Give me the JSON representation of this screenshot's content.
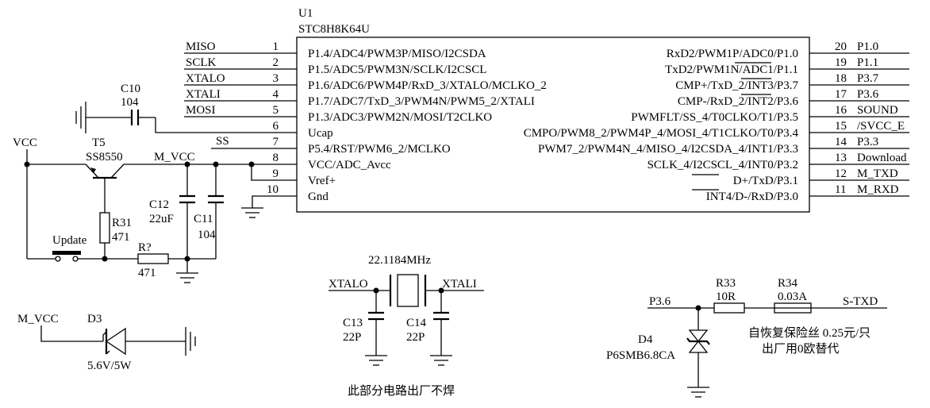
{
  "u1": {
    "ref": "U1",
    "part": "STC8H8K64U",
    "left_pins": [
      {
        "num": "1",
        "net": "MISO",
        "func": "P1.4/ADC4/PWM3P/MISO/I2CSDA"
      },
      {
        "num": "2",
        "net": "SCLK",
        "func": "P1.5/ADC5/PWM3N/SCLK/I2CSCL"
      },
      {
        "num": "3",
        "net": "XTALO",
        "func": "P1.6/ADC6/PWM4P/RxD_3/XTALO/MCLKO_2"
      },
      {
        "num": "4",
        "net": "XTALI",
        "func": "P1.7/ADC7/TxD_3/PWM4N/PWM5_2/XTALI"
      },
      {
        "num": "5",
        "net": "MOSI",
        "func": "P1.3/ADC3/PWM2N/MOSI/T2CLKO"
      },
      {
        "num": "6",
        "net": "",
        "func": "Ucap"
      },
      {
        "num": "7",
        "net": "SS",
        "func": "P5.4/RST/PWM6_2/MCLKO"
      },
      {
        "num": "8",
        "net": "M_VCC",
        "func": "VCC/ADC_Avcc"
      },
      {
        "num": "9",
        "net": "",
        "func": "Vref+"
      },
      {
        "num": "10",
        "net": "",
        "func": "Gnd"
      }
    ],
    "right_pins": [
      {
        "num": "20",
        "net": "P1.0",
        "func": "RxD2/PWM1P/ADC0/P1.0"
      },
      {
        "num": "19",
        "net": "P1.1",
        "func": "TxD2/PWM1N/ADC1/P1.1"
      },
      {
        "num": "18",
        "net": "P3.7",
        "func": "CMP+/TxD_2/INT3/P3.7"
      },
      {
        "num": "17",
        "net": "P3.6",
        "func": "CMP-/RxD_2/INT2/P3.6"
      },
      {
        "num": "16",
        "net": "SOUND",
        "func": "PWMFLT/SS_4/T0CLKO/T1/P3.5"
      },
      {
        "num": "15",
        "net": "/SVCC_E",
        "func": "CMPO/PWM8_2/PWM4P_4/MOSI_4/T1CLKO/T0/P3.4"
      },
      {
        "num": "14",
        "net": "P3.3",
        "func": "PWM7_2/PWM4N_4/MISO_4/I2CSDA_4/INT1/P3.3"
      },
      {
        "num": "13",
        "net": "Download",
        "func": "SCLK_4/I2CSCL_4/INT0/P3.2"
      },
      {
        "num": "12",
        "net": "M_TXD",
        "func": "D+/TxD/P3.1"
      },
      {
        "num": "11",
        "net": "M_RXD",
        "func": "INT4/D-/RxD/P3.0"
      }
    ]
  },
  "parts": {
    "c10": {
      "ref": "C10",
      "value": "104"
    },
    "t5": {
      "ref": "T5",
      "value": "SS8550"
    },
    "vcc": "VCC",
    "m_vcc": "M_VCC",
    "r31": {
      "ref": "R31",
      "value": "471"
    },
    "update": "Update",
    "r_unassigned": {
      "ref": "R?",
      "value": "471"
    },
    "c12": {
      "ref": "C12",
      "value": "22uF"
    },
    "c11": {
      "ref": "C11",
      "value": "104"
    },
    "d3": {
      "ref": "D3",
      "value": "5.6V/5W",
      "net": "M_VCC"
    },
    "crystal": {
      "freq": "22.1184MHz",
      "net_left": "XTALO",
      "net_right": "XTALI"
    },
    "c13": {
      "ref": "C13",
      "value": "22P"
    },
    "c14": {
      "ref": "C14",
      "value": "22P"
    },
    "crystal_note": "此部分电路出厂不焊",
    "p36": "P3.6",
    "r33": {
      "ref": "R33",
      "value": "10R"
    },
    "r34": {
      "ref": "R34",
      "value": "0.03A"
    },
    "stxd": "S-TXD",
    "fuse_note_1": "自恢复保险丝 0.25元/只",
    "fuse_note_2": "出厂用0欧替代",
    "d4": {
      "ref": "D4",
      "value": "P6SMB6.8CA"
    }
  }
}
